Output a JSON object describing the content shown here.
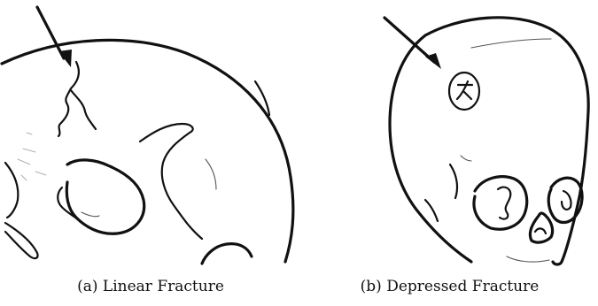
{
  "figure": {
    "panels": [
      {
        "id": "a",
        "caption": "(a) Linear Fracture"
      },
      {
        "id": "b",
        "caption": "(b) Depressed Fracture"
      }
    ]
  }
}
